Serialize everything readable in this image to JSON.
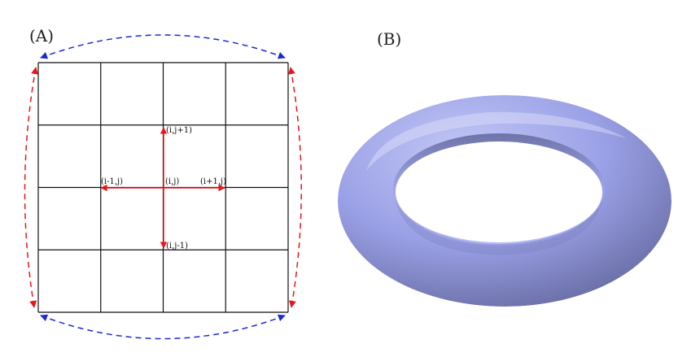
{
  "panels": {
    "a_label": "(A)",
    "b_label": "(B)"
  },
  "grid": {
    "rows": 4,
    "cols": 4,
    "line_color": "#111111"
  },
  "stencil": {
    "center": "(i,j)",
    "up": "(i,j+1)",
    "down": "(i,j-1)",
    "left": "(i-1,j)",
    "right": "(i+1,j)",
    "arrow_color": "#e8161b"
  },
  "boundary": {
    "horizontal_color": "#1a2bd6",
    "vertical_color": "#e8161b"
  },
  "torus": {
    "color": "#9aa0e6",
    "shadow_color": "#5f6397",
    "highlight_color": "#c3c8f5"
  }
}
